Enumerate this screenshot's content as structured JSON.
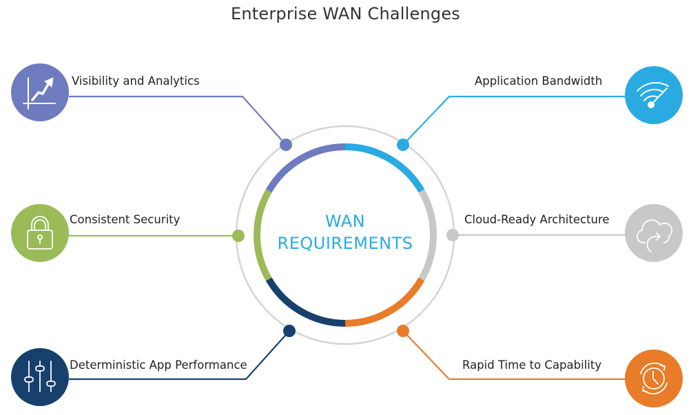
{
  "title": "Enterprise WAN Challenges",
  "center": {
    "line1": "WAN",
    "line2": "REQUIREMENTS",
    "color": "#29abe2"
  },
  "items": [
    {
      "id": "visibility",
      "label": "Visibility and Analytics",
      "icon": "chart-trend-icon",
      "color": "#6e7bbf",
      "side": "left",
      "position": "top"
    },
    {
      "id": "bandwidth",
      "label": "Application Bandwidth",
      "icon": "wifi-gauge-icon",
      "color": "#29abe2",
      "side": "right",
      "position": "top"
    },
    {
      "id": "security",
      "label": "Consistent Security",
      "icon": "padlock-icon",
      "color": "#9bbb59",
      "side": "left",
      "position": "middle"
    },
    {
      "id": "cloud",
      "label": "Cloud-Ready Architecture",
      "icon": "cloud-sync-icon",
      "color": "#c8c8c8",
      "side": "right",
      "position": "middle"
    },
    {
      "id": "performance",
      "label": "Deterministic App Performance",
      "icon": "sliders-icon",
      "color": "#17406d",
      "side": "left",
      "position": "bottom"
    },
    {
      "id": "capability",
      "label": "Rapid Time to Capability",
      "icon": "clock-refresh-icon",
      "color": "#e87c28",
      "side": "right",
      "position": "bottom"
    }
  ],
  "ring_colors": {
    "outer_track": "#d4d4d4"
  }
}
